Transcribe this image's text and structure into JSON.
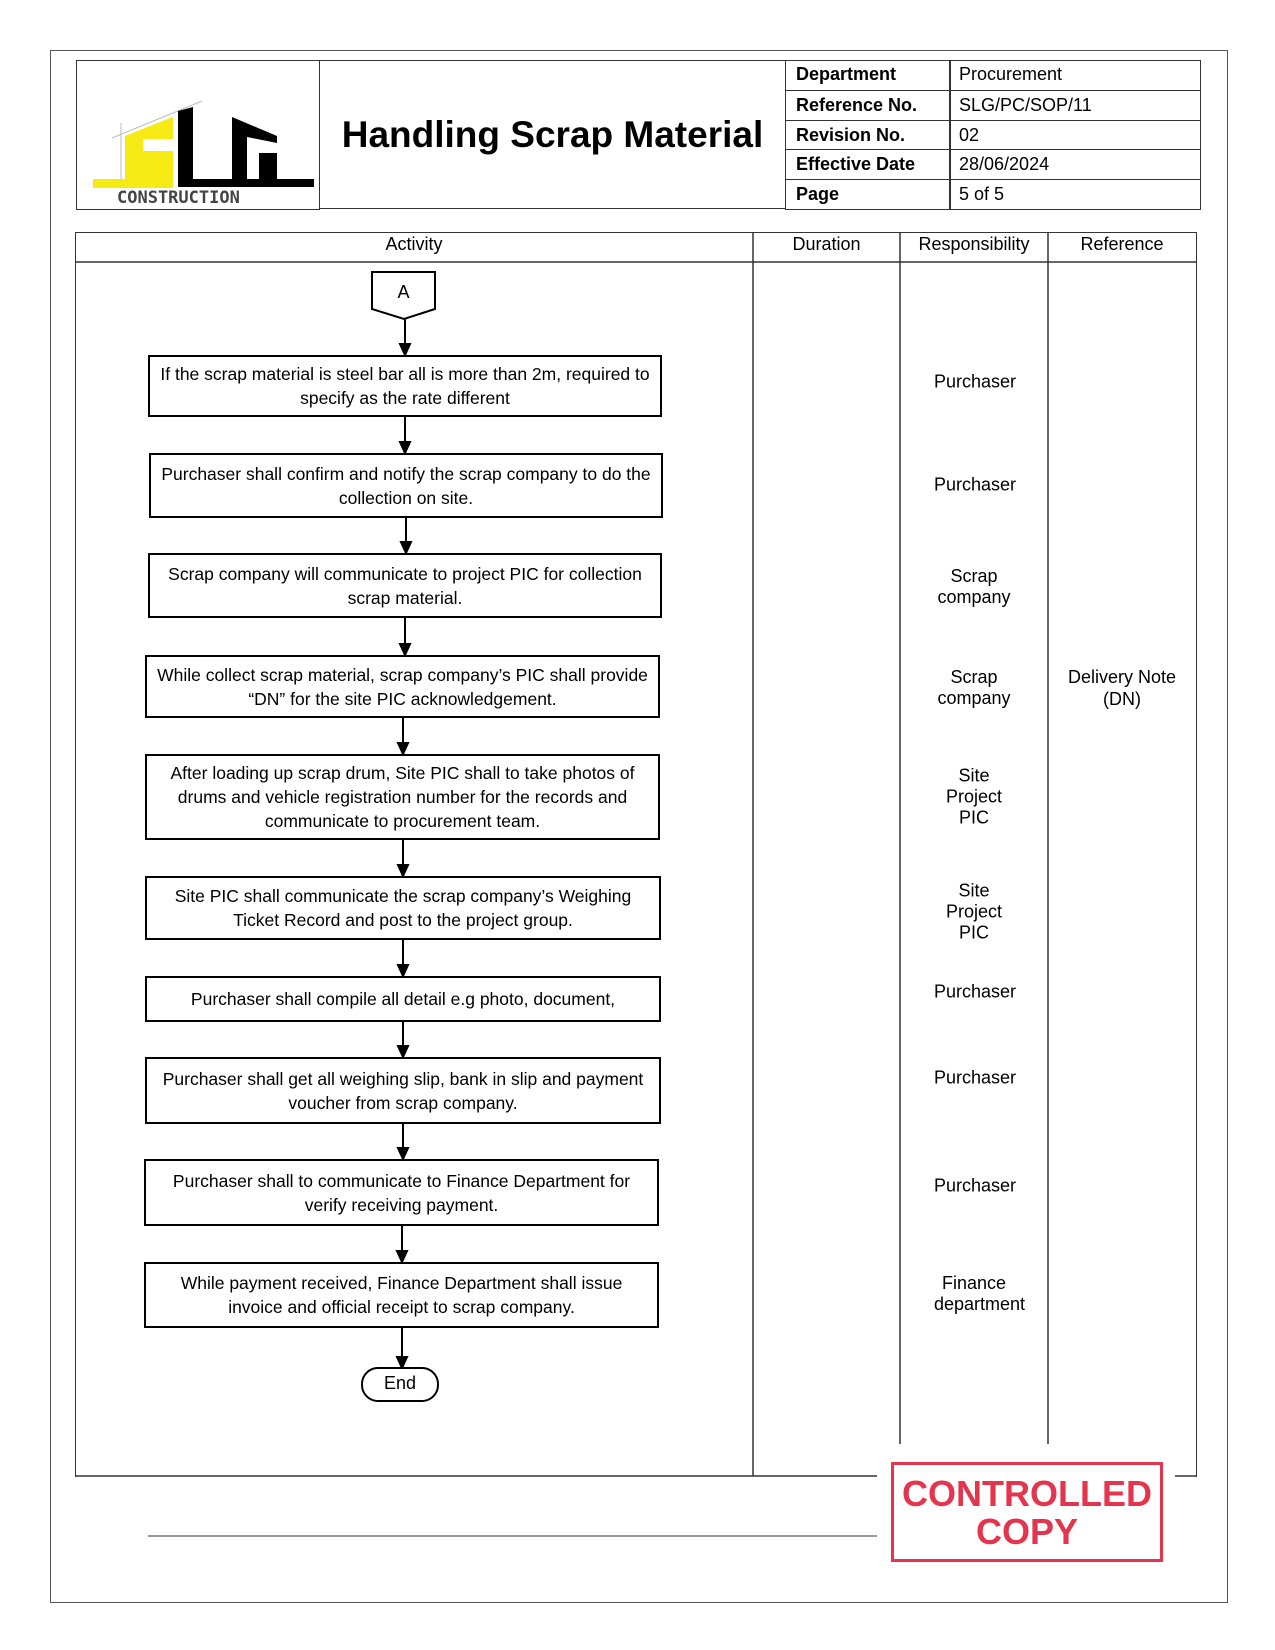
{
  "header": {
    "logo": {
      "text": "SLG",
      "subtext": "CONSTRUCTION"
    },
    "title": "Handling Scrap Material",
    "info": [
      {
        "label": "Department",
        "value": "Procurement"
      },
      {
        "label": "Reference No.",
        "value": "SLG/PC/SOP/11"
      },
      {
        "label": "Revision No.",
        "value": "02"
      },
      {
        "label": "Effective Date",
        "value": "28/06/2024"
      },
      {
        "label": "Page",
        "value": "5 of 5"
      }
    ]
  },
  "table": {
    "columns": [
      "Activity",
      "Duration",
      "Responsibility",
      "Reference"
    ],
    "start_connector": "A",
    "end_label": "End",
    "steps": [
      {
        "activity": "If the scrap material is steel bar all is more than 2m, required to specify as the rate different",
        "responsibility": "Purchaser"
      },
      {
        "activity": "Purchaser shall confirm and notify the scrap company to do the collection on site.",
        "responsibility": "Purchaser"
      },
      {
        "activity": "Scrap company will communicate to project PIC for collection scrap material.",
        "responsibility": "Scrap company"
      },
      {
        "activity": "While collect scrap material, scrap company’s PIC shall provide “DN” for the site PIC acknowledgement.",
        "responsibility": "Scrap company",
        "reference": "Delivery Note (DN)"
      },
      {
        "activity": "After loading up scrap drum, Site PIC shall to take photos of drums and vehicle registration number for the records and communicate to procurement team.",
        "responsibility": "Site Project PIC"
      },
      {
        "activity": "Site PIC shall communicate the scrap company’s Weighing Ticket Record and post to the project group.",
        "responsibility": "Site Project PIC"
      },
      {
        "activity": "Purchaser shall compile all detail e.g photo, document,",
        "responsibility": "Purchaser"
      },
      {
        "activity": "Purchaser shall get all weighing slip, bank in slip and payment voucher from scrap company.",
        "responsibility": "Purchaser"
      },
      {
        "activity": "Purchaser shall to communicate to Finance Department for verify receiving payment.",
        "responsibility": "Purchaser"
      },
      {
        "activity": "While payment received, Finance Department shall issue invoice and official receipt to scrap company.",
        "responsibility": "Finance department"
      }
    ]
  },
  "stamp": {
    "text": "CONTROLLED COPY",
    "color": "#e0203a"
  },
  "colors": {
    "logo_yellow": "#f5ea14",
    "logo_black": "#000000"
  }
}
